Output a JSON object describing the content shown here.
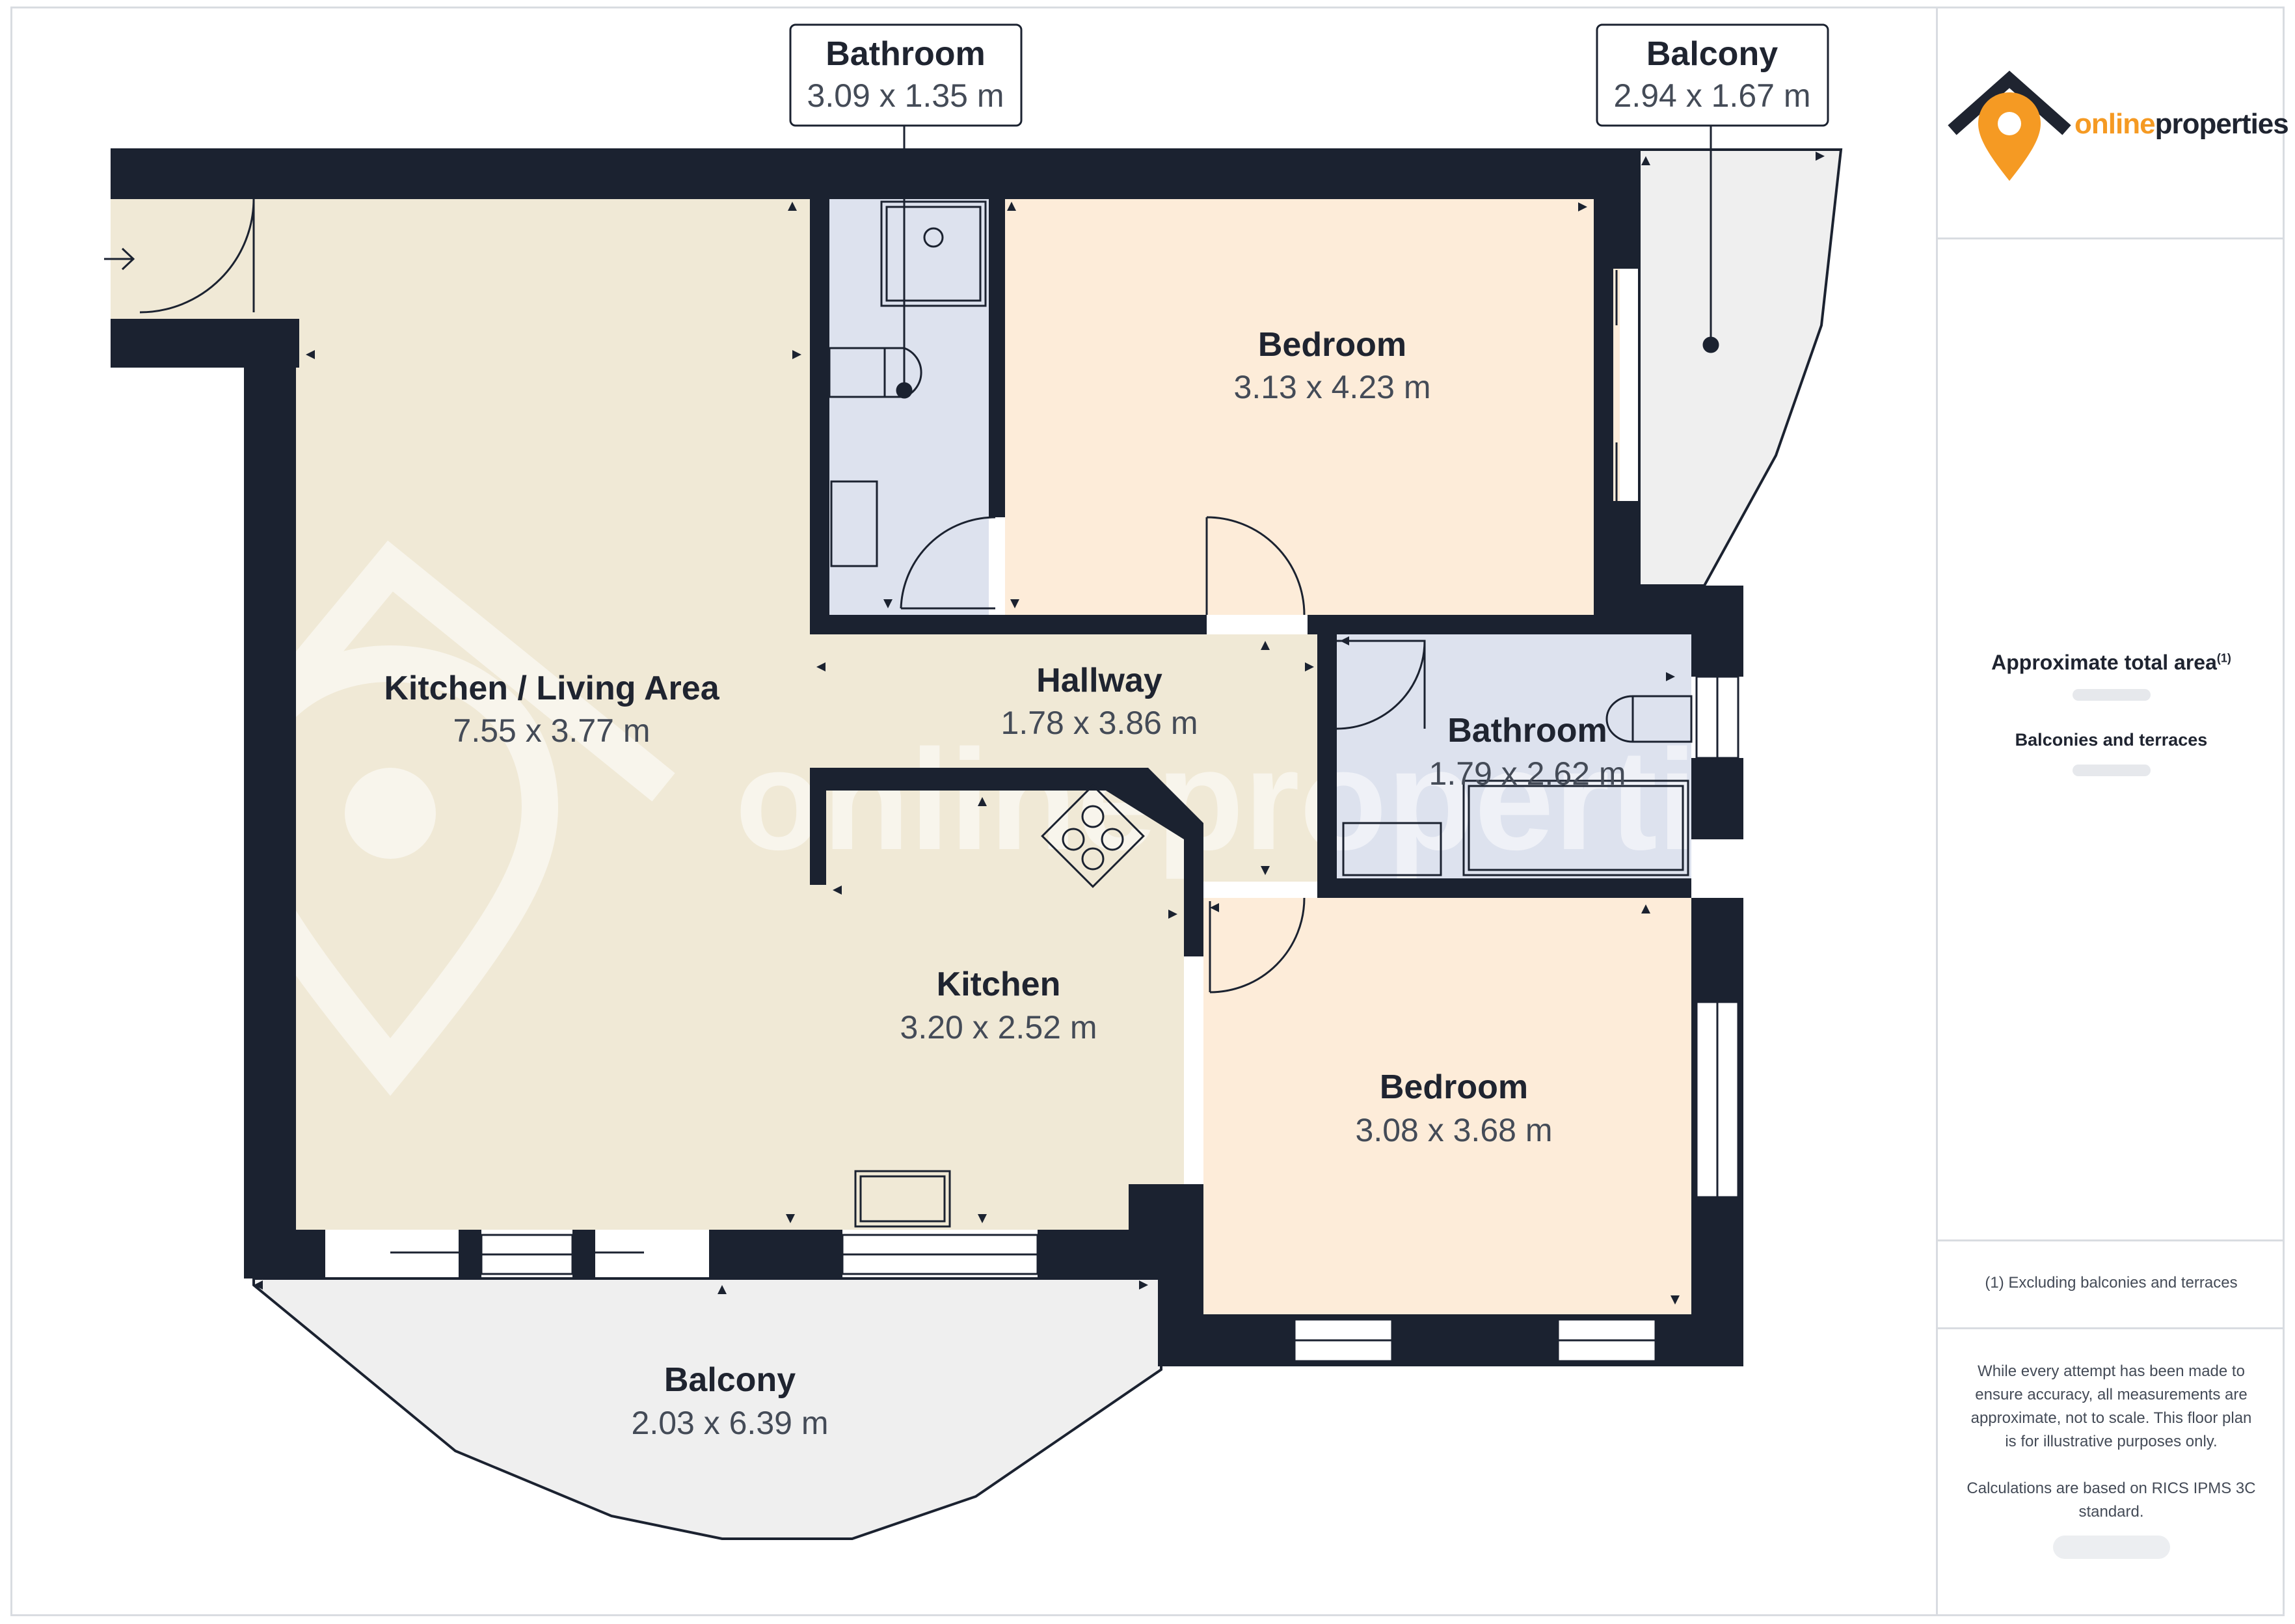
{
  "brand": {
    "name_part1": "online",
    "name_part2": "properties",
    "watermark": "onlinepropertie",
    "colors": {
      "orange": "#f59a23",
      "navy": "#1f2430"
    }
  },
  "rooms": {
    "living": {
      "name": "Kitchen / Living Area",
      "dims": "7.55 x 3.77 m"
    },
    "hallway": {
      "name": "Hallway",
      "dims": "1.78 x 3.86 m"
    },
    "kitchen": {
      "name": "Kitchen",
      "dims": "3.20 x 2.52 m"
    },
    "bedroom1": {
      "name": "Bedroom",
      "dims": "3.13 x 4.23 m"
    },
    "bedroom2": {
      "name": "Bedroom",
      "dims": "3.08 x 3.68 m"
    },
    "bathroom_inner": {
      "name": "Bathroom",
      "dims": "1.79 x 2.62 m"
    },
    "balcony_bottom": {
      "name": "Balcony",
      "dims": "2.03 x 6.39 m"
    }
  },
  "callouts": {
    "bathroom": {
      "name": "Bathroom",
      "dims": "3.09 x 1.35 m"
    },
    "balcony": {
      "name": "Balcony",
      "dims": "2.94 x 1.67 m"
    }
  },
  "sidebar": {
    "area_title": "Approximate total area",
    "area_note_marker": "(1)",
    "balconies_title": "Balconies and terraces",
    "footnote": "(1) Excluding balconies and terraces",
    "disclaimer_1": "While every attempt has been made to ensure accuracy, all measurements are approximate, not to scale. This floor plan is for illustrative purposes only.",
    "disclaimer_2": "Calculations are based on RICS IPMS 3C standard."
  },
  "colors": {
    "wall": "#1b2230",
    "living_floor": "#f0e9d6",
    "bedroom_floor": "#fdecd9",
    "bathroom_floor": "#dde2ee",
    "balcony_floor": "#efefef"
  }
}
